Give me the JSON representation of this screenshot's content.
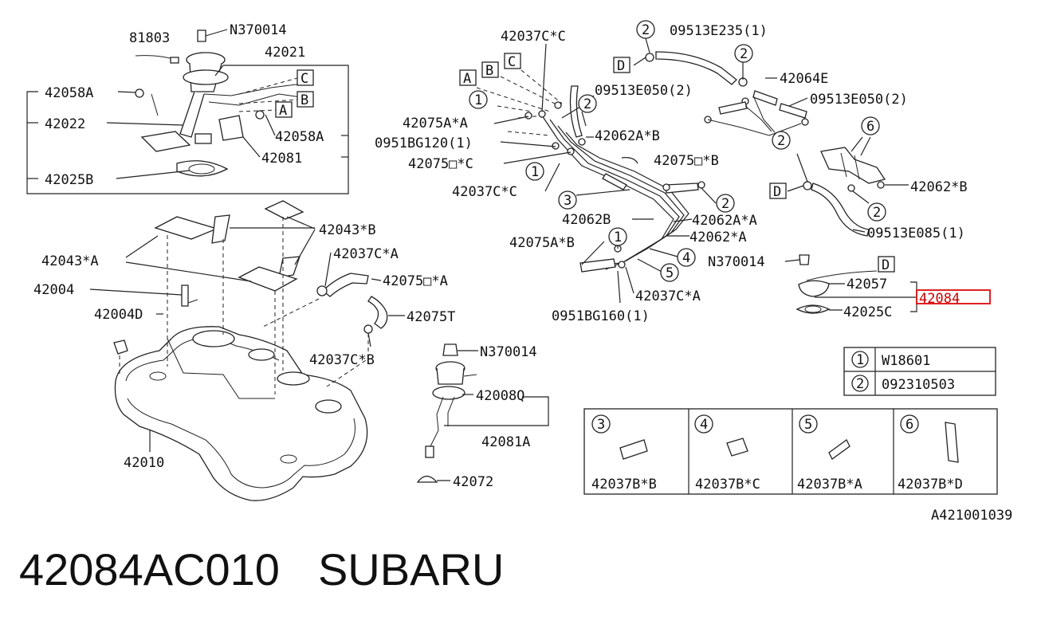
{
  "figure_code": "A421001039",
  "footer": {
    "part_number": "42084AC010",
    "brand": "SUBARU"
  },
  "colors": {
    "ink": "#222222",
    "highlight": "#e02020"
  },
  "legend": [
    {
      "symbol": "1",
      "code": "W18601"
    },
    {
      "symbol": "2",
      "code": "092310503"
    }
  ],
  "clips": [
    {
      "symbol": "3",
      "code": "42037B*B"
    },
    {
      "symbol": "4",
      "code": "42037B*C"
    },
    {
      "symbol": "5",
      "code": "42037B*A"
    },
    {
      "symbol": "6",
      "code": "42037B*D"
    }
  ],
  "boxes": {
    "A": "A",
    "B": "B",
    "C": "C",
    "D": "D"
  },
  "callouts": {
    "1": "1",
    "2": "2",
    "3": "3",
    "4": "4",
    "5": "5",
    "6": "6"
  },
  "labels": {
    "p81803": "81803",
    "pN370014a": "N370014",
    "p42021": "42021",
    "p42058A_left": "42058A",
    "p42022": "42022",
    "p42058A_right": "42058A",
    "p42081": "42081",
    "p42025B": "42025B",
    "p42037CsC_top": "42037C*C",
    "p09513E235": "09513E235(1)",
    "p42064E": "42064E",
    "p09513E050a": "09513E050(2)",
    "p09513E050b": "09513E050(2)",
    "p42075AsA": "42075A*A",
    "p0951BG120": "0951BG120(1)",
    "p42062AsB": "42062A*B",
    "p42075DsC": "42075□*C",
    "p42075DsB": "42075□*B",
    "p42037CsC_mid": "42037C*C",
    "p42062sB": "42062*B",
    "p42062B": "42062B",
    "p42062AsA": "42062A*A",
    "p09513E085": "09513E085(1)",
    "p42062sA": "42062*A",
    "p42075AsB": "42075A*B",
    "pN370014b": "N370014",
    "p42037CsA": "42037C*A",
    "p42057": "42057",
    "p42084": "42084",
    "p42025C": "42025C",
    "p0951BG160": "0951BG160(1)",
    "p42043sB": "42043*B",
    "p42043sA": "42043*A",
    "p42037CsA_tank": "42037C*A",
    "p42075DsA": "42075□*A",
    "p42004": "42004",
    "p42075T": "42075T",
    "p42004D": "42004D",
    "p42037CsB": "42037C*B",
    "pN370014c": "N370014",
    "p42008Q": "42008Q",
    "p42081A": "42081A",
    "p42010": "42010",
    "p42072": "42072"
  }
}
